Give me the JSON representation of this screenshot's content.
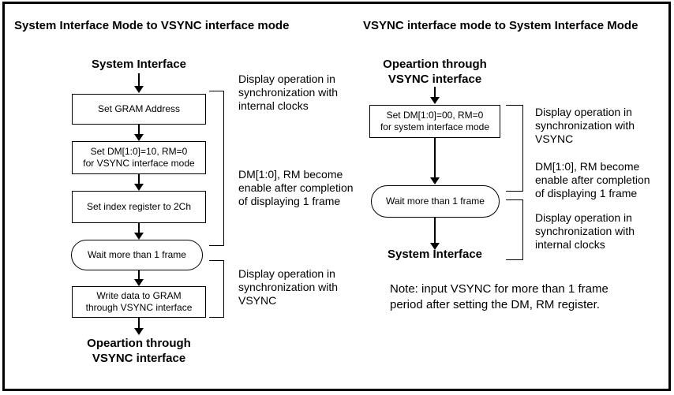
{
  "colors": {
    "line": "#000000",
    "background": "#ffffff",
    "text": "#000000"
  },
  "left_chart": {
    "title": "System Interface Mode to VSYNC interface mode",
    "start_label": "System Interface",
    "nodes": [
      {
        "shape": "rect",
        "label": "Set GRAM Address"
      },
      {
        "shape": "rect",
        "label": "Set DM[1:0]=10, RM=0\nfor VSYNC interface mode"
      },
      {
        "shape": "rect",
        "label": "Set index register to 2Ch"
      },
      {
        "shape": "oval",
        "label": "Wait more than 1 frame"
      },
      {
        "shape": "rect",
        "label": "Write data to GRAM\nthrough VSYNC interface"
      }
    ],
    "end_label": "Opeartion through\nVSYNC interface",
    "annotations": [
      {
        "text": "Display operation in\nsynchronization with\ninternal clocks"
      },
      {
        "text": "DM[1:0], RM become\nenable after completion\nof displaying 1 frame"
      },
      {
        "text": "Display operation in\nsynchronization with\nVSYNC"
      }
    ]
  },
  "right_chart": {
    "title": "VSYNC interface mode to System Interface Mode",
    "start_label": "Opeartion through\nVSYNC interface",
    "nodes": [
      {
        "shape": "rect",
        "label": "Set DM[1:0]=00, RM=0\nfor system interface mode"
      },
      {
        "shape": "oval",
        "label": "Wait more than 1 frame"
      }
    ],
    "end_label": "System Interface",
    "annotations": [
      {
        "text": "Display operation in\nsynchronization with\nVSYNC"
      },
      {
        "text": "DM[1:0], RM become\nenable after completion\nof displaying 1 frame"
      },
      {
        "text": "Display operation in\nsynchronization with\ninternal clocks"
      }
    ],
    "note": "Note: input VSYNC for more than 1 frame\nperiod after setting the DM, RM register."
  }
}
